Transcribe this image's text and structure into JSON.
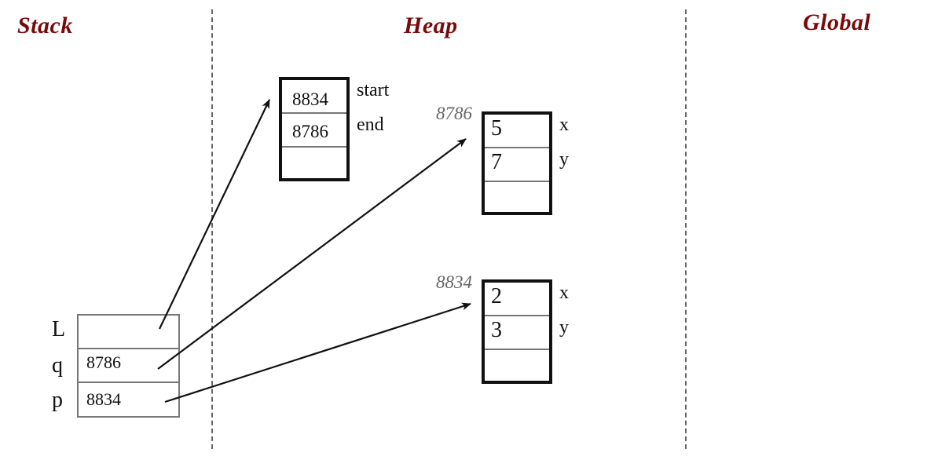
{
  "regions": {
    "stack": "Stack",
    "heap": "Heap",
    "global": "Global"
  },
  "stack_frame": {
    "vars": [
      {
        "name": "L",
        "value": ""
      },
      {
        "name": "q",
        "value": "8786"
      },
      {
        "name": "p",
        "value": "8834"
      }
    ]
  },
  "line_object": {
    "cells": [
      "8834",
      "8786",
      ""
    ],
    "fields": [
      "start",
      "end"
    ]
  },
  "point_a": {
    "address": "8786",
    "cells": [
      "5",
      "7",
      ""
    ],
    "fields": [
      "x",
      "y"
    ]
  },
  "point_b": {
    "address": "8834",
    "cells": [
      "2",
      "3",
      ""
    ],
    "fields": [
      "x",
      "y"
    ]
  },
  "colors": {
    "region_title": "#7a0a0a",
    "divider": "#666666",
    "address": "#666666"
  }
}
